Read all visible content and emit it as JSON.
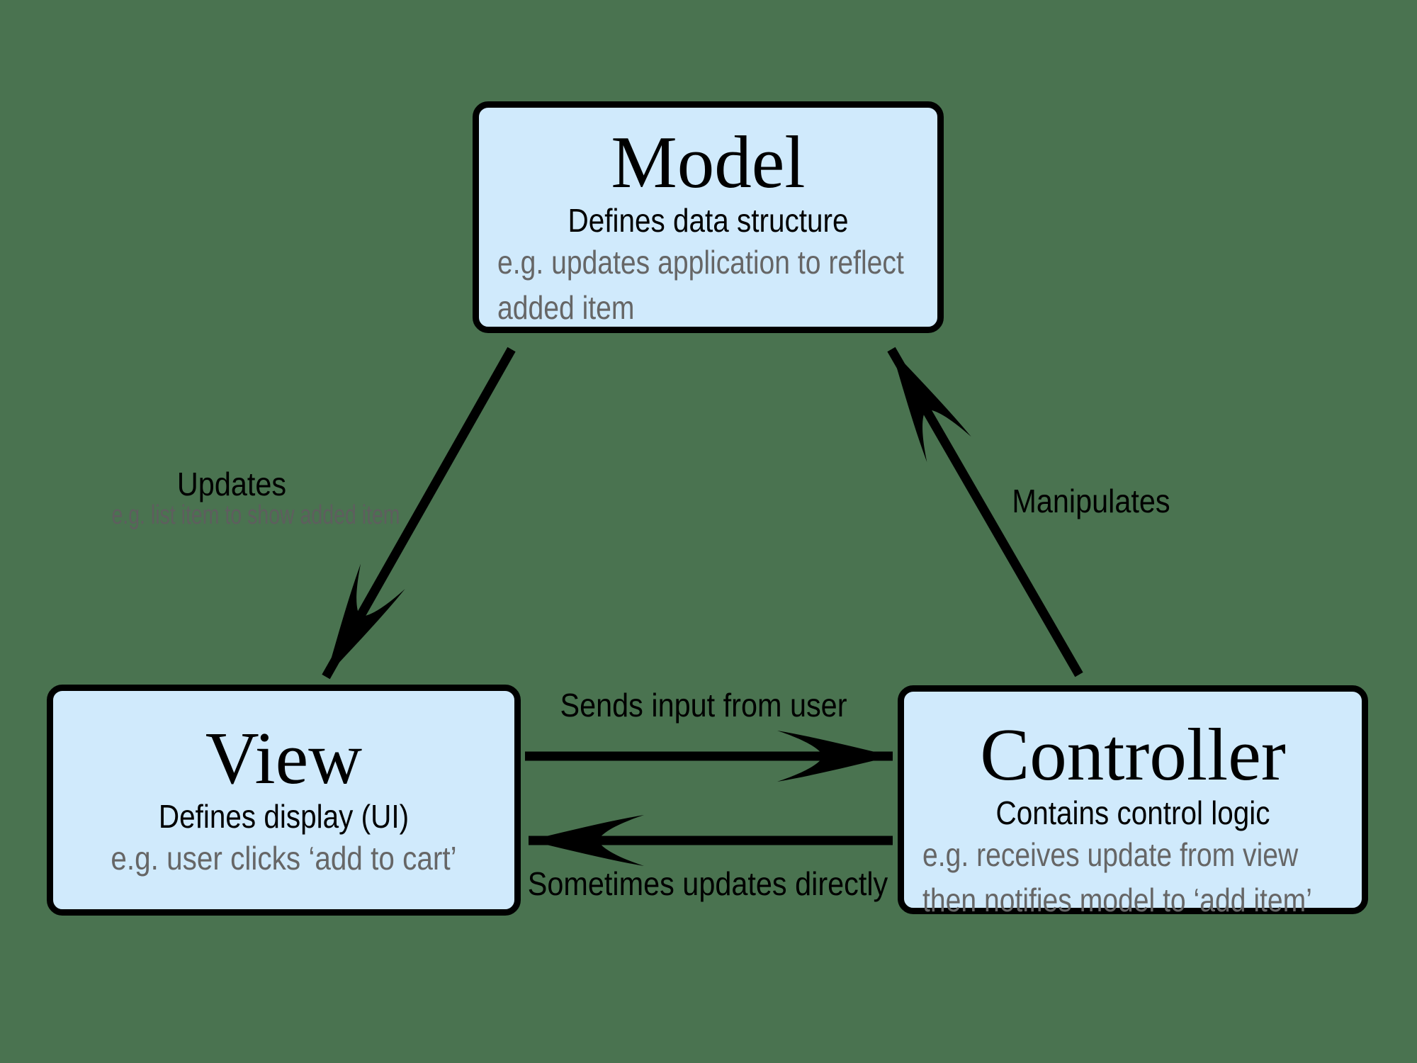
{
  "diagram": {
    "type": "mvc-architecture",
    "colors": {
      "background": "#4A7350",
      "box_fill": "#D0EAFC",
      "box_border": "#000000",
      "primary_text": "#000000",
      "example_text": "#666666"
    }
  },
  "boxes": {
    "model": {
      "title": "Model",
      "subtitle": "Defines data structure",
      "example_lines": [
        "e.g. updates application to reflect",
        "added item"
      ]
    },
    "view": {
      "title": "View",
      "subtitle": "Defines display (UI)",
      "example_lines": [
        "e.g. user clicks ‘add to cart’"
      ]
    },
    "controller": {
      "title": "Controller",
      "subtitle": "Contains control logic",
      "example_lines": [
        "e.g. receives update from view",
        "then notifies model to ‘add item’"
      ]
    }
  },
  "arrows": {
    "model_to_view": {
      "label": "Updates",
      "sublabel": "e.g. list item to show added item",
      "from": "Model",
      "to": "View"
    },
    "controller_to_model": {
      "label": "Manipulates",
      "from": "Controller",
      "to": "Model"
    },
    "view_to_controller": {
      "label": "Sends input from user",
      "from": "View",
      "to": "Controller"
    },
    "controller_to_view": {
      "label": "Sometimes updates directly",
      "from": "Controller",
      "to": "View"
    }
  }
}
